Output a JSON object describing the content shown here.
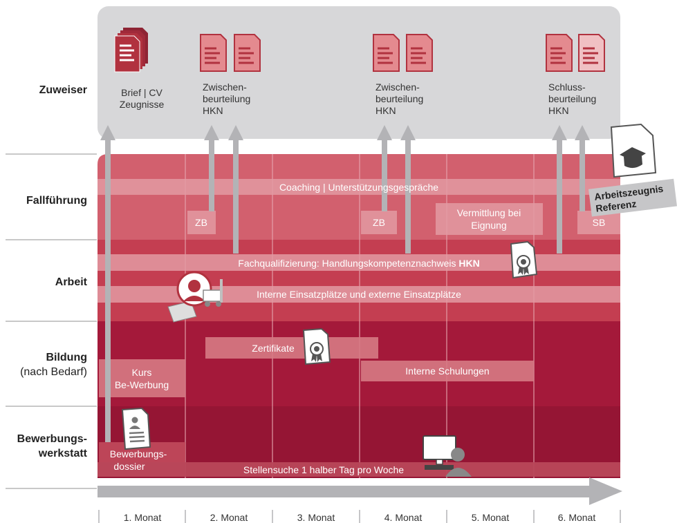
{
  "rows": {
    "zuweiser": "Zuweiser",
    "fallfuehrung": "Fallführung",
    "arbeit": "Arbeit",
    "bildung": "Bildung",
    "bildung_sub": "(nach Bedarf)",
    "bewerbung_1": "Bewerbungs-",
    "bewerbung_2": "werkstatt"
  },
  "zuweiser_docs": {
    "doc1": [
      "Brief | CV",
      "Zeugnisse"
    ],
    "doc2": [
      "Zwischen-",
      "beurteilung",
      "HKN"
    ],
    "doc3": [
      "Zwischen-",
      "beurteilung",
      "HKN"
    ],
    "doc4": [
      "Schluss-",
      "beurteilung",
      "HKN"
    ]
  },
  "bars": {
    "coaching": "Coaching | Unterstützungsgespräche",
    "zb1": "ZB",
    "zb2": "ZB",
    "vermittlung": [
      "Vermittlung bei",
      "Eignung"
    ],
    "sb": "SB",
    "hkn_prefix": "Fachqualifizierung: Handlungskompetenznachweis ",
    "hkn_bold": "HKN",
    "einsatz": "Interne Einsatzplätze und externe Einsatzplätze",
    "zertifikate": "Zertifikate",
    "kurs": [
      "Kurs",
      "Be-Werbung"
    ],
    "schulungen": "Interne Schulungen",
    "dossier": [
      "Bewerbungs-",
      "dossier"
    ],
    "stellensuche": "Stellensuche 1 halber Tag pro Woche"
  },
  "badge": [
    "Arbeitszeugnis",
    "Referenz"
  ],
  "months": [
    "1. Monat",
    "2. Monat",
    "3. Monat",
    "4. Monat",
    "5. Monat",
    "6. Monat"
  ],
  "colors": {
    "zuweiser_bg": "#d7d7d9",
    "fallfuehrung_bg": "#d2606e",
    "arbeit_bg": "#c43e51",
    "bildung_bg": "#a4193a",
    "bewerbung_bg": "#951534",
    "arrow_gray": "#b3b3b6",
    "doc_dark": "#b1323f",
    "doc_light": "#e48a8f"
  }
}
